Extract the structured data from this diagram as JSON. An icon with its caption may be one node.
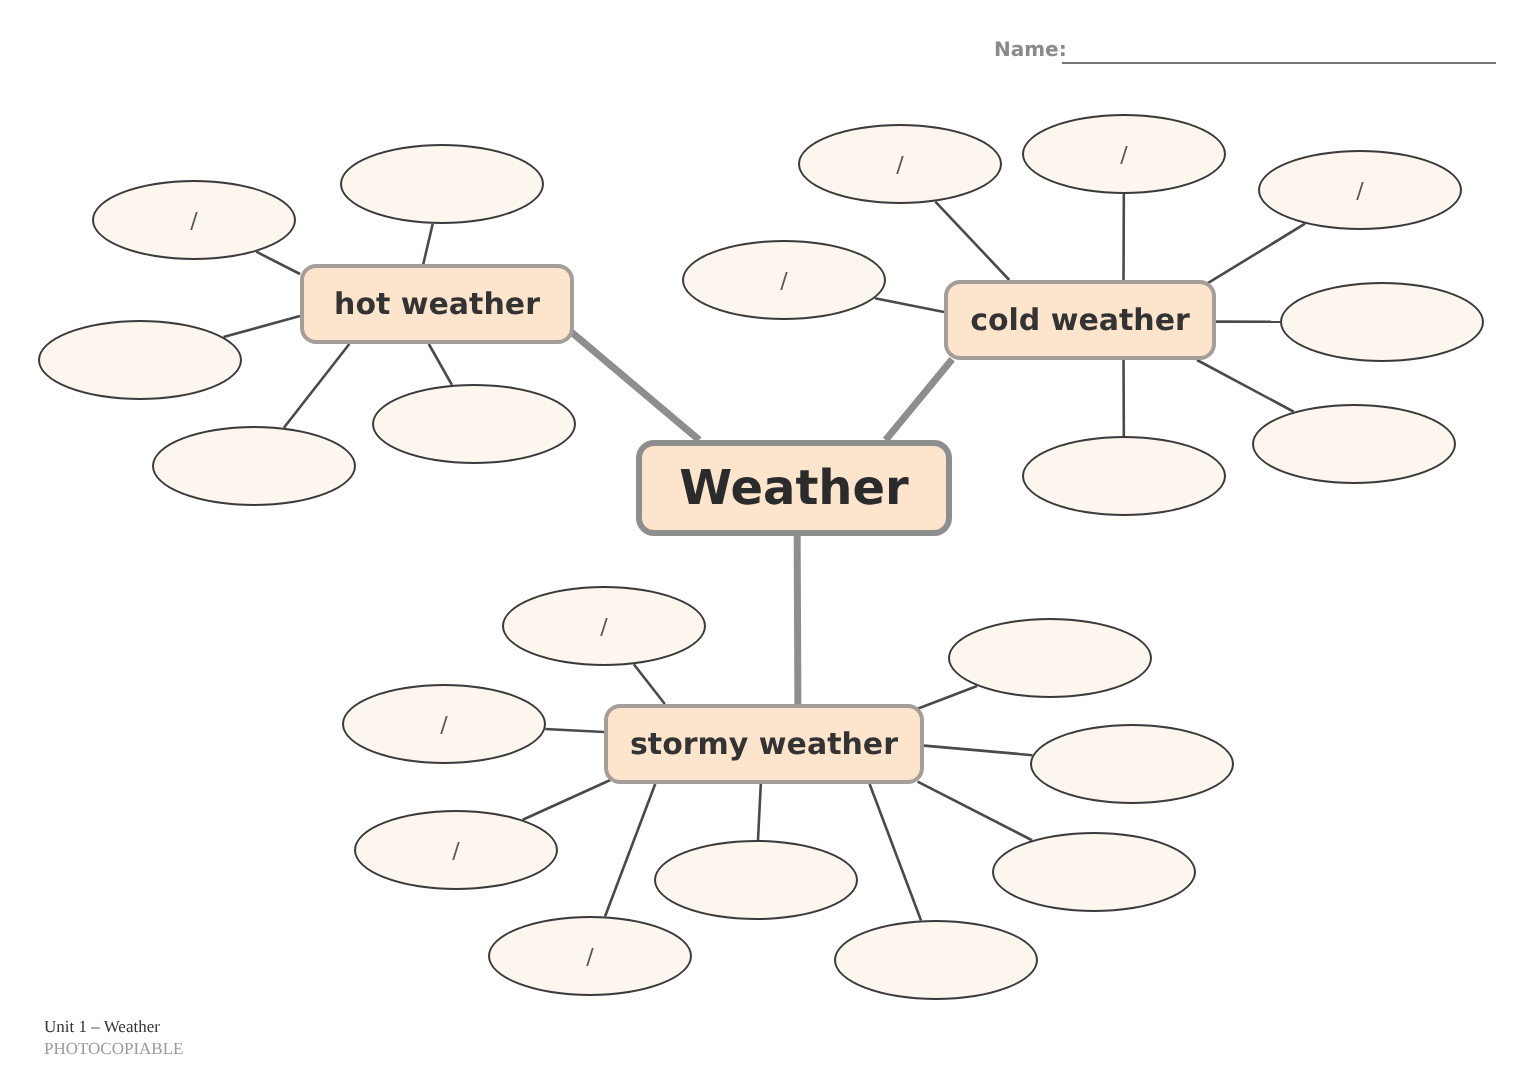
{
  "diagram": {
    "nodes": [
      {
        "text": [
          "Weather"
        ]
      },
      {
        "text": [
          "hot weather"
        ]
      },
      {
        "text": [
          "cold weather"
        ]
      },
      {
        "text": [
          "stormy weather"
        ]
      },
      {
        "text": [
          "/"
        ]
      },
      {
        "text": [],
        "shape": "ellipse"
      },
      {
        "text": [],
        "shape": "ellipse"
      },
      {
        "text": [],
        "shape": "ellipse"
      },
      {
        "text": [],
        "shape": "ellipse"
      },
      {
        "text": [
          "/"
        ]
      },
      {
        "text": [
          "/"
        ]
      },
      {
        "text": [
          "/"
        ]
      },
      {
        "text": [
          "/"
        ]
      },
      {
        "text": [],
        "shape": "ellipse"
      },
      {
        "text": [],
        "shape": "ellipse"
      },
      {
        "text": [],
        "shape": "ellipse"
      },
      {
        "text": [
          "/"
        ]
      },
      {
        "text": [],
        "shape": "ellipse"
      },
      {
        "text": [
          "/"
        ]
      },
      {
        "text": [],
        "shape": "ellipse"
      },
      {
        "text": [
          "/"
        ]
      },
      {
        "text": [],
        "shape": "ellipse"
      },
      {
        "text": [],
        "shape": "ellipse"
      },
      {
        "text": [
          "/"
        ]
      },
      {
        "text": [],
        "shape": "ellipse"
      }
    ],
    "edges": [
      {
        "from": 0,
        "to": 1,
        "arrow": "none",
        "style": "thick",
        "color": "#8e8e8e"
      },
      {
        "from": 0,
        "to": 2,
        "arrow": "none",
        "style": "thick",
        "color": "#8e8e8e"
      },
      {
        "from": 0,
        "to": 3,
        "arrow": "none",
        "style": "thick",
        "color": "#8e8e8e"
      },
      {
        "from": 1,
        "to": 4,
        "arrow": "none"
      },
      {
        "from": 1,
        "to": 5,
        "arrow": "none"
      },
      {
        "from": 1,
        "to": 6,
        "arrow": "none"
      },
      {
        "from": 1,
        "to": 7,
        "arrow": "none"
      },
      {
        "from": 1,
        "to": 8,
        "arrow": "none"
      },
      {
        "from": 2,
        "to": 9,
        "arrow": "none"
      },
      {
        "from": 2,
        "to": 10,
        "arrow": "none"
      },
      {
        "from": 2,
        "to": 11,
        "arrow": "none"
      },
      {
        "from": 2,
        "to": 12,
        "arrow": "none"
      },
      {
        "from": 2,
        "to": 13,
        "arrow": "none"
      },
      {
        "from": 2,
        "to": 14,
        "arrow": "none"
      },
      {
        "from": 2,
        "to": 15,
        "arrow": "none"
      },
      {
        "from": 3,
        "to": 16,
        "arrow": "none"
      },
      {
        "from": 3,
        "to": 17,
        "arrow": "none"
      },
      {
        "from": 3,
        "to": 18,
        "arrow": "none"
      },
      {
        "from": 3,
        "to": 19,
        "arrow": "none"
      },
      {
        "from": 3,
        "to": 20,
        "arrow": "none"
      },
      {
        "from": 3,
        "to": 21,
        "arrow": "none"
      },
      {
        "from": 3,
        "to": 22,
        "arrow": "none"
      },
      {
        "from": 3,
        "to": 23,
        "arrow": "none"
      },
      {
        "from": 3,
        "to": 24,
        "arrow": "none"
      }
    ],
    "labels": [
      "Name:",
      "Unit 1 – Weather",
      "PHOTOCOPIABLE"
    ]
  }
}
